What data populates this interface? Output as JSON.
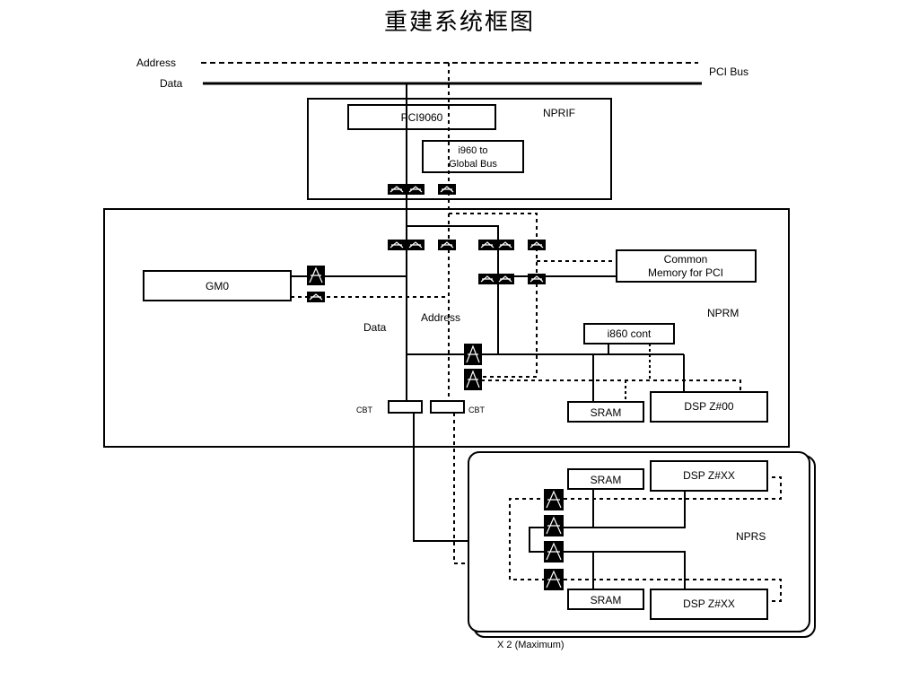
{
  "title": "重建系统框图",
  "bus": {
    "address": "Address",
    "data": "Data",
    "pci": "PCI Bus"
  },
  "nprif": {
    "name": "NPRIF",
    "pci9060": "PCI9060",
    "i960_line1": "i960 to",
    "i960_line2": "Global Bus"
  },
  "nprm": {
    "name": "NPRM",
    "gm0": "GM0",
    "common_line1": "Common",
    "common_line2": "Memory for PCI",
    "data_label": "Data",
    "address_label": "Address",
    "i860_cont": "i860 cont",
    "sram": "SRAM",
    "dsp": "DSP Z#00",
    "cbt_left": "CBT",
    "cbt_right": "CBT"
  },
  "nprs": {
    "name": "NPRS",
    "sram_top": "SRAM",
    "dsp_top": "DSP Z#XX",
    "sram_bottom": "SRAM",
    "dsp_bottom": "DSP Z#XX",
    "multiplier": "X 2 (Maximum)"
  },
  "colors": {
    "line": "#000000",
    "background": "#ffffff"
  }
}
